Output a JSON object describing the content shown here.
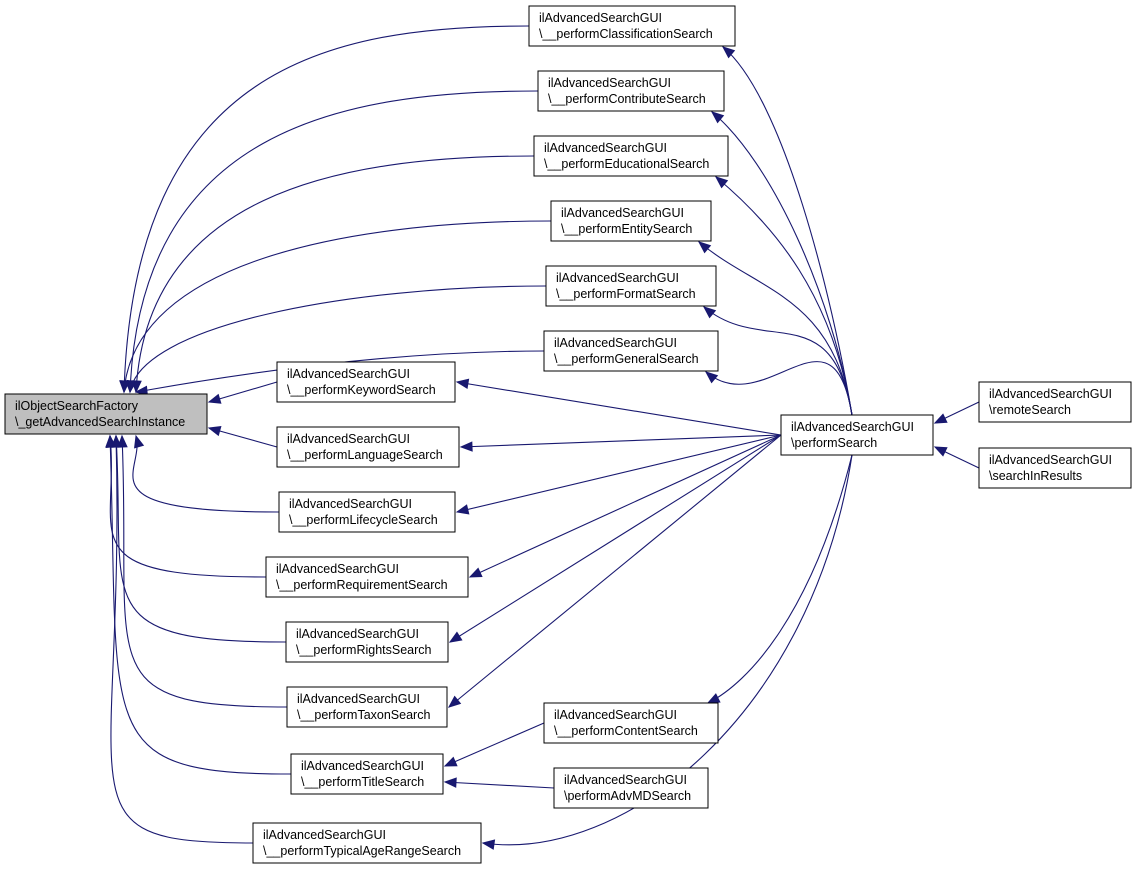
{
  "nodes": [
    {
      "id": "root",
      "line1": "ilObjectSearchFactory",
      "line2": "\\_getAdvancedSearchInstance"
    },
    {
      "id": "class",
      "line1": "ilAdvancedSearchGUI",
      "line2": "\\__performClassificationSearch"
    },
    {
      "id": "contr",
      "line1": "ilAdvancedSearchGUI",
      "line2": "\\__performContributeSearch"
    },
    {
      "id": "educ",
      "line1": "ilAdvancedSearchGUI",
      "line2": "\\__performEducationalSearch"
    },
    {
      "id": "entity",
      "line1": "ilAdvancedSearchGUI",
      "line2": "\\__performEntitySearch"
    },
    {
      "id": "format",
      "line1": "ilAdvancedSearchGUI",
      "line2": "\\__performFormatSearch"
    },
    {
      "id": "general",
      "line1": "ilAdvancedSearchGUI",
      "line2": "\\__performGeneralSearch"
    },
    {
      "id": "keyword",
      "line1": "ilAdvancedSearchGUI",
      "line2": "\\__performKeywordSearch"
    },
    {
      "id": "lang",
      "line1": "ilAdvancedSearchGUI",
      "line2": "\\__performLanguageSearch"
    },
    {
      "id": "life",
      "line1": "ilAdvancedSearchGUI",
      "line2": "\\__performLifecycleSearch"
    },
    {
      "id": "req",
      "line1": "ilAdvancedSearchGUI",
      "line2": "\\__performRequirementSearch"
    },
    {
      "id": "rights",
      "line1": "ilAdvancedSearchGUI",
      "line2": "\\__performRightsSearch"
    },
    {
      "id": "taxon",
      "line1": "ilAdvancedSearchGUI",
      "line2": "\\__performTaxonSearch"
    },
    {
      "id": "content",
      "line1": "ilAdvancedSearchGUI",
      "line2": "\\__performContentSearch"
    },
    {
      "id": "title",
      "line1": "ilAdvancedSearchGUI",
      "line2": "\\__performTitleSearch"
    },
    {
      "id": "advmd",
      "line1": "ilAdvancedSearchGUI",
      "line2": "\\performAdvMDSearch"
    },
    {
      "id": "typical",
      "line1": "ilAdvancedSearchGUI",
      "line2": "\\__performTypicalAgeRangeSearch"
    },
    {
      "id": "perform",
      "line1": "ilAdvancedSearchGUI",
      "line2": "\\performSearch"
    },
    {
      "id": "remote",
      "line1": "ilAdvancedSearchGUI",
      "line2": "\\remoteSearch"
    },
    {
      "id": "inres",
      "line1": "ilAdvancedSearchGUI",
      "line2": "\\searchInResults"
    }
  ],
  "edges": [
    {
      "from": "class",
      "to": "root"
    },
    {
      "from": "contr",
      "to": "root"
    },
    {
      "from": "educ",
      "to": "root"
    },
    {
      "from": "entity",
      "to": "root"
    },
    {
      "from": "format",
      "to": "root"
    },
    {
      "from": "general",
      "to": "root"
    },
    {
      "from": "keyword",
      "to": "root"
    },
    {
      "from": "lang",
      "to": "root"
    },
    {
      "from": "life",
      "to": "root"
    },
    {
      "from": "req",
      "to": "root"
    },
    {
      "from": "rights",
      "to": "root"
    },
    {
      "from": "taxon",
      "to": "root"
    },
    {
      "from": "title",
      "to": "root"
    },
    {
      "from": "typical",
      "to": "root"
    },
    {
      "from": "perform",
      "to": "class"
    },
    {
      "from": "perform",
      "to": "contr"
    },
    {
      "from": "perform",
      "to": "educ"
    },
    {
      "from": "perform",
      "to": "entity"
    },
    {
      "from": "perform",
      "to": "format"
    },
    {
      "from": "perform",
      "to": "general"
    },
    {
      "from": "perform",
      "to": "keyword"
    },
    {
      "from": "perform",
      "to": "lang"
    },
    {
      "from": "perform",
      "to": "life"
    },
    {
      "from": "perform",
      "to": "req"
    },
    {
      "from": "perform",
      "to": "rights"
    },
    {
      "from": "perform",
      "to": "taxon"
    },
    {
      "from": "perform",
      "to": "content"
    },
    {
      "from": "perform",
      "to": "typical"
    },
    {
      "from": "content",
      "to": "title"
    },
    {
      "from": "advmd",
      "to": "title"
    },
    {
      "from": "remote",
      "to": "perform"
    },
    {
      "from": "inres",
      "to": "perform"
    }
  ]
}
